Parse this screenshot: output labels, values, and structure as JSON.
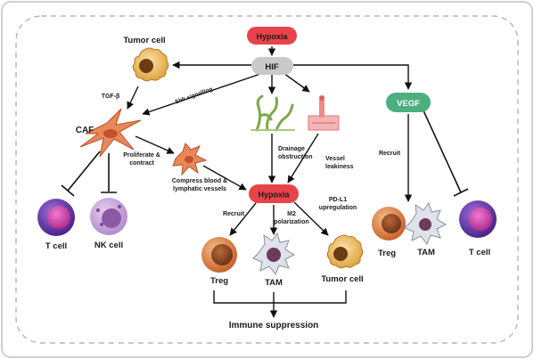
{
  "nodes": {
    "hypoxia_top": "Hypoxia",
    "hif": "HIF",
    "vegf": "VEGF",
    "hypoxia_mid": "Hypoxia"
  },
  "cells": {
    "tumor_cell_top": "Tumor cell",
    "caf": "CAF",
    "t_cell_left": "T cell",
    "nk_cell": "NK cell",
    "treg_center": "Treg",
    "tam_center": "TAM",
    "tumor_cell_center": "Tumor cell",
    "treg_right": "Treg",
    "tam_right": "TAM",
    "t_cell_right": "T cell"
  },
  "edges": {
    "tgf_beta": "TGF-β",
    "shh": "Shh signalling",
    "proliferate_1": "Proliferate &",
    "proliferate_2": "contract",
    "compress_1": "Compress blood &",
    "compress_2": "lymphatic vessels",
    "drainage_1": "Drainage",
    "drainage_2": "obstruction",
    "vessel_1": "Vessel",
    "vessel_2": "leakiness",
    "recruit_center": "Recruit",
    "m2_1": "M2",
    "m2_2": "polarization",
    "pdl1_1": "PD-L1",
    "pdl1_2": "upregulation",
    "recruit_right": "Recruit"
  },
  "outcome": "Immune suppression",
  "colors": {
    "hypoxia": "#e8434a",
    "hif": "#c9c9c9",
    "vegf": "#4caf7f",
    "tcell": "#6a3fb0",
    "nkcell": "#c6a4d8",
    "treg": "#e07a2e",
    "tam": "#8a8f9e",
    "tumor": "#e7b04a",
    "caf": "#e07b4a",
    "vessel": "#8fb85a"
  }
}
